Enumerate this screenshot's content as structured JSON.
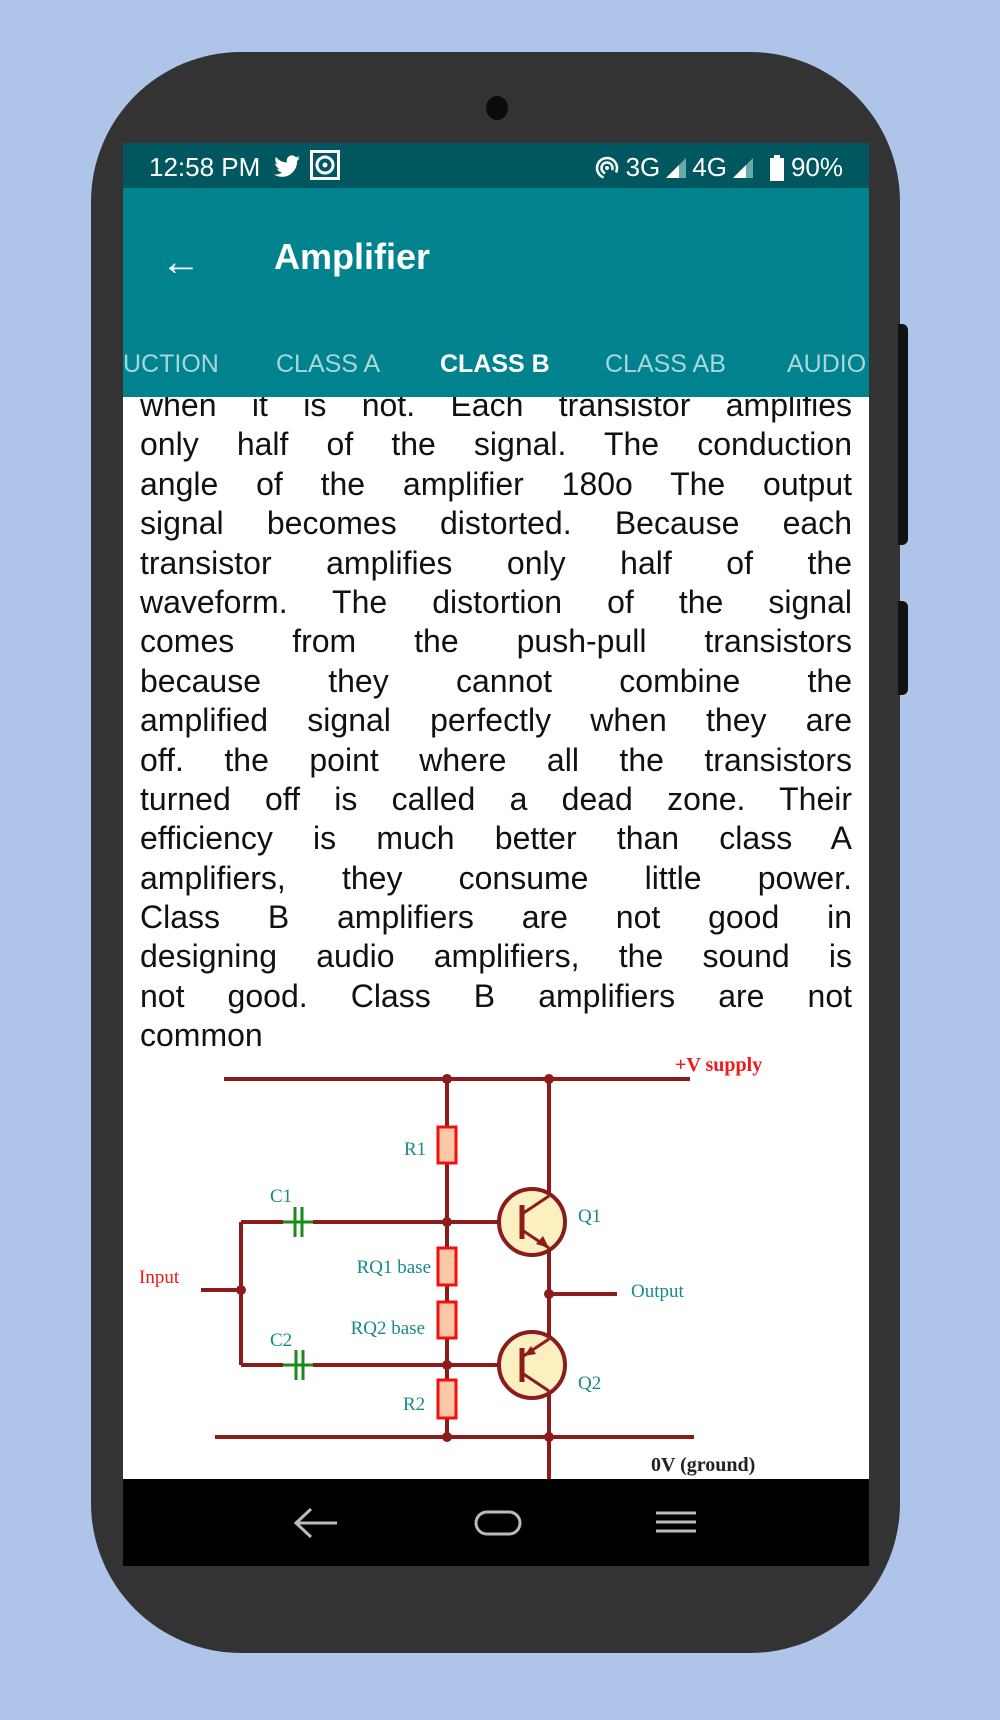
{
  "status_bar": {
    "time": "12:58 PM",
    "network_3g": "3G",
    "network_4g": "4G",
    "battery": "90%",
    "icons": [
      "twitter-icon",
      "notification-app-icon",
      "hotspot-icon",
      "signal-icon",
      "battery-icon"
    ]
  },
  "toolbar": {
    "title": "Amplifier",
    "back_icon": "arrow-left-icon"
  },
  "tabs": [
    {
      "label": "UCTION",
      "active": false
    },
    {
      "label": "CLASS A",
      "active": false
    },
    {
      "label": "CLASS B",
      "active": true
    },
    {
      "label": "CLASS AB",
      "active": false
    },
    {
      "label": "AUDIO",
      "active": false
    }
  ],
  "article": {
    "lines": [
      "when it is not. Each transistor amplifies",
      "only half of the signal. The conduction",
      "angle of the amplifier 180o The output",
      "signal becomes distorted. Because each",
      "transistor amplifies only half of the",
      "waveform. The distortion of the signal",
      "comes from the push-pull transistors",
      "because they cannot combine the",
      "amplified signal perfectly when they are",
      "off. the point where all the transistors",
      "turned off is called a dead zone. Their",
      "efficiency is much better than class A",
      "amplifiers, they consume little power.",
      "Class B amplifiers are not good in",
      "designing audio amplifiers, the sound is",
      "not good. Class B amplifiers are not",
      "common"
    ]
  },
  "diagram": {
    "supply": "+V supply",
    "ground": "0V (ground)",
    "input": "Input",
    "output": "Output",
    "r1": "R1",
    "r2": "R2",
    "rq1": "RQ1 base",
    "rq2": "RQ2 base",
    "c1": "C1",
    "c2": "C2",
    "q1": "Q1",
    "q2": "Q2",
    "colors": {
      "wire": "#8b1c1c",
      "resistor_fill": "#fcc8a6",
      "resistor_stroke": "#f01010",
      "capacitor": "#1a8a1a",
      "transistor_fill": "#fdf0c0",
      "label": "#168a8a",
      "red_label": "#f01818"
    }
  },
  "nav_bar": {
    "icons": [
      "back-icon",
      "home-icon",
      "menu-icon"
    ]
  }
}
